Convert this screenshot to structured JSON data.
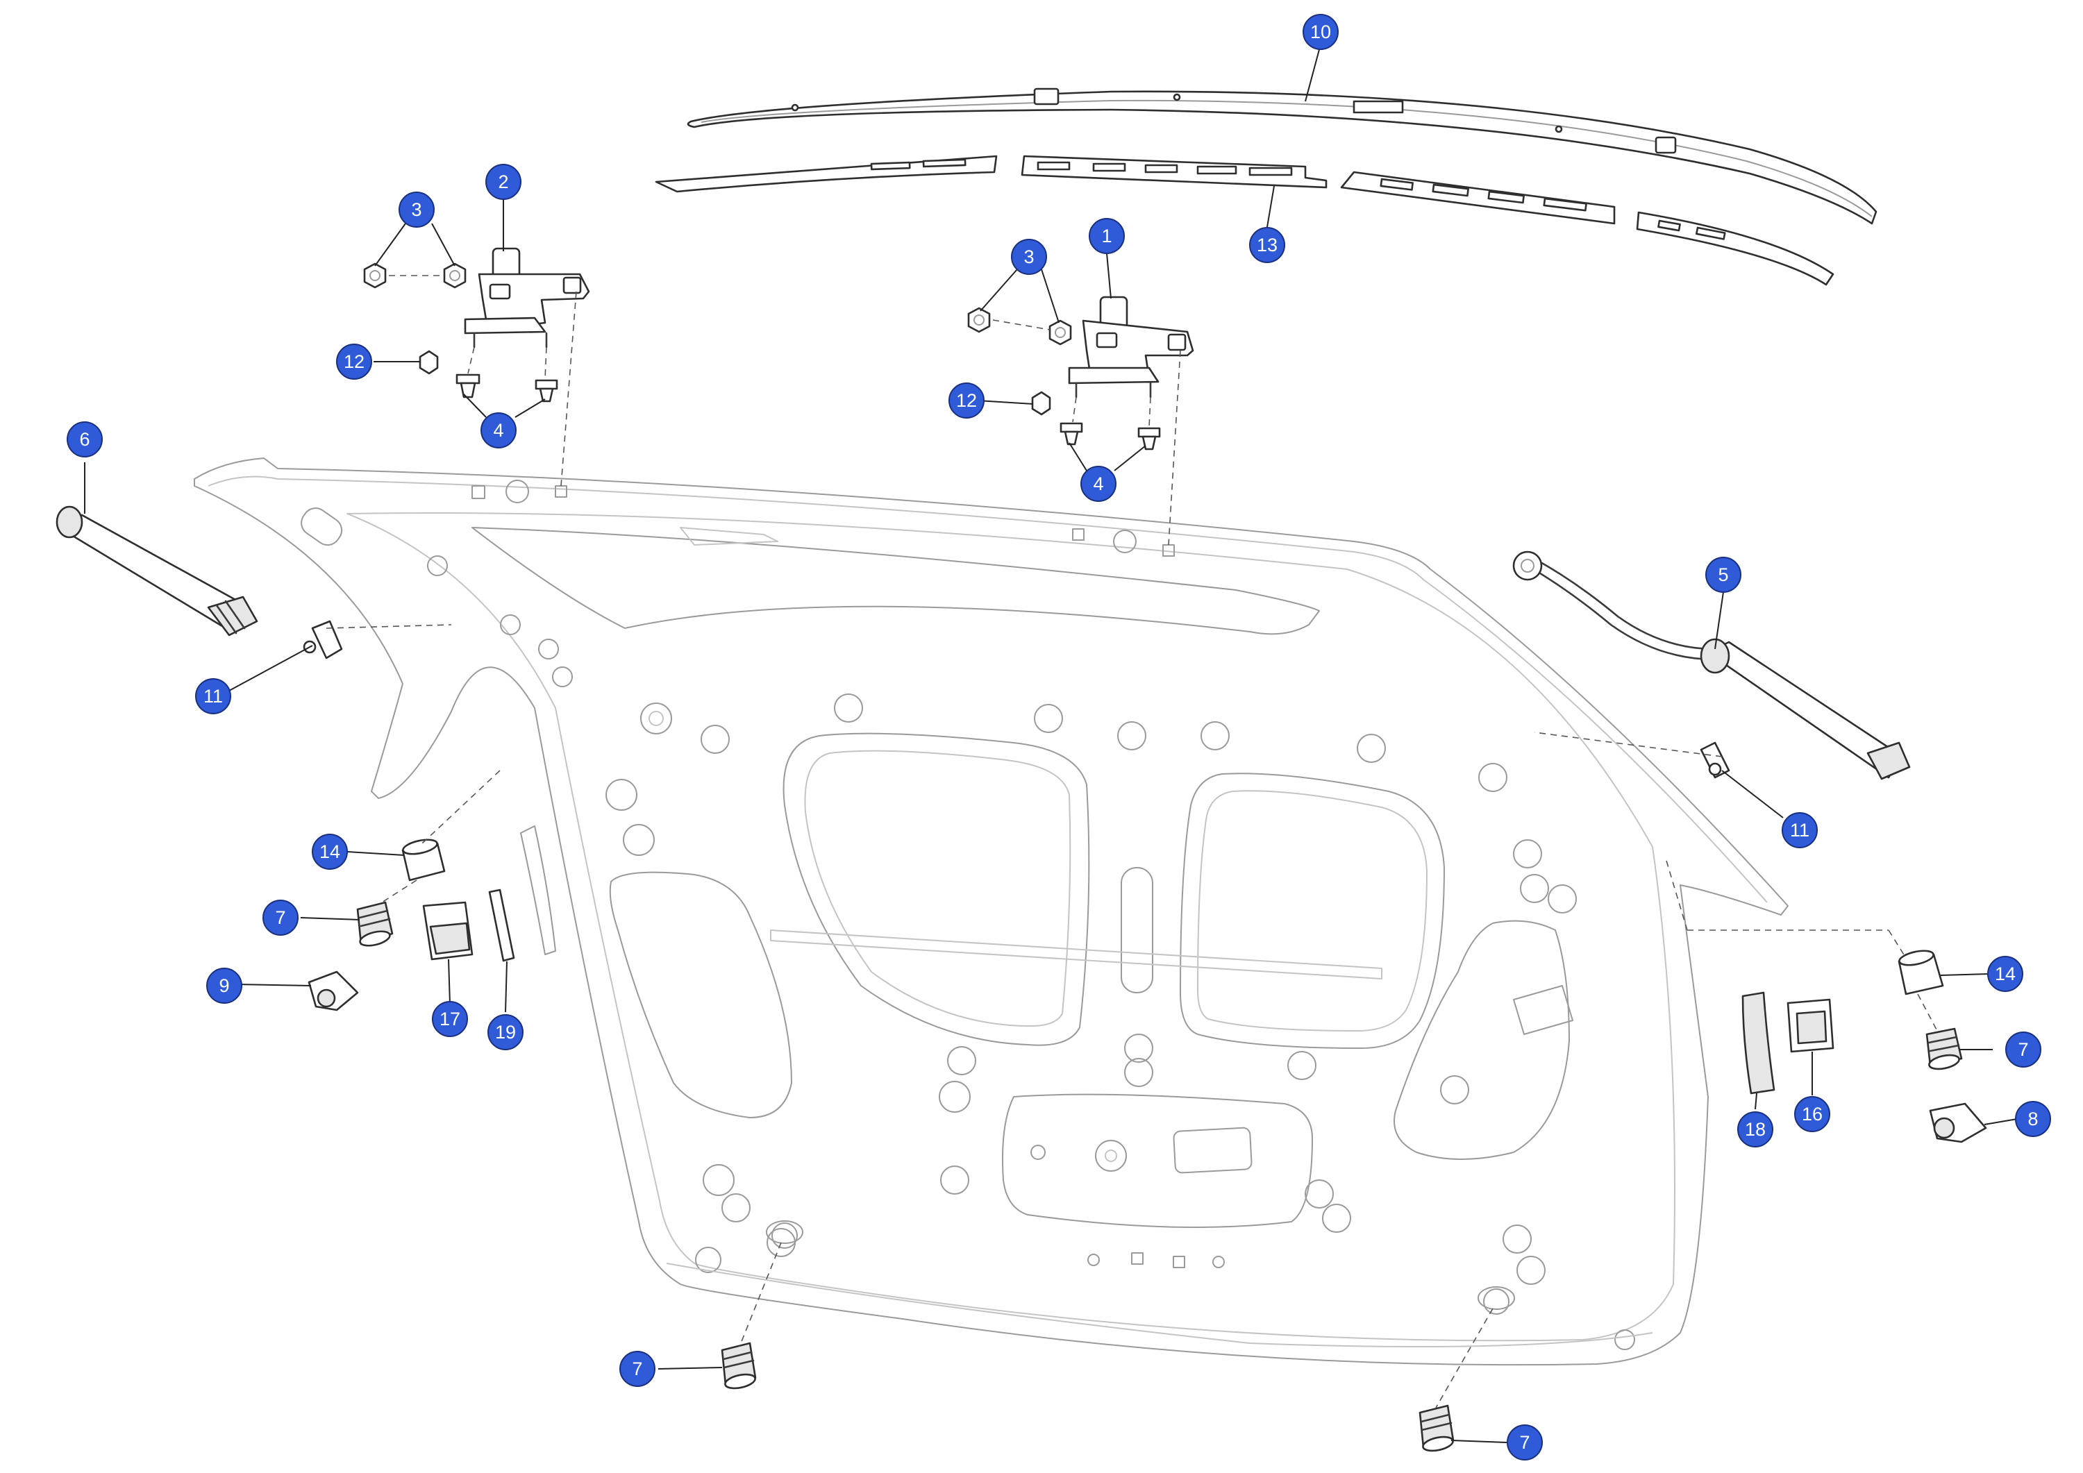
{
  "diagram": {
    "callout_color": "#2f5bd8",
    "callouts": [
      {
        "label": "10"
      },
      {
        "label": "13"
      },
      {
        "label": "2"
      },
      {
        "label": "3"
      },
      {
        "label": "12"
      },
      {
        "label": "4"
      },
      {
        "label": "1"
      },
      {
        "label": "3"
      },
      {
        "label": "12"
      },
      {
        "label": "4"
      },
      {
        "label": "6"
      },
      {
        "label": "11"
      },
      {
        "label": "5"
      },
      {
        "label": "11"
      },
      {
        "label": "14"
      },
      {
        "label": "7"
      },
      {
        "label": "9"
      },
      {
        "label": "17"
      },
      {
        "label": "19"
      },
      {
        "label": "14"
      },
      {
        "label": "7"
      },
      {
        "label": "8"
      },
      {
        "label": "18"
      },
      {
        "label": "16"
      },
      {
        "label": "7"
      },
      {
        "label": "7"
      }
    ]
  }
}
